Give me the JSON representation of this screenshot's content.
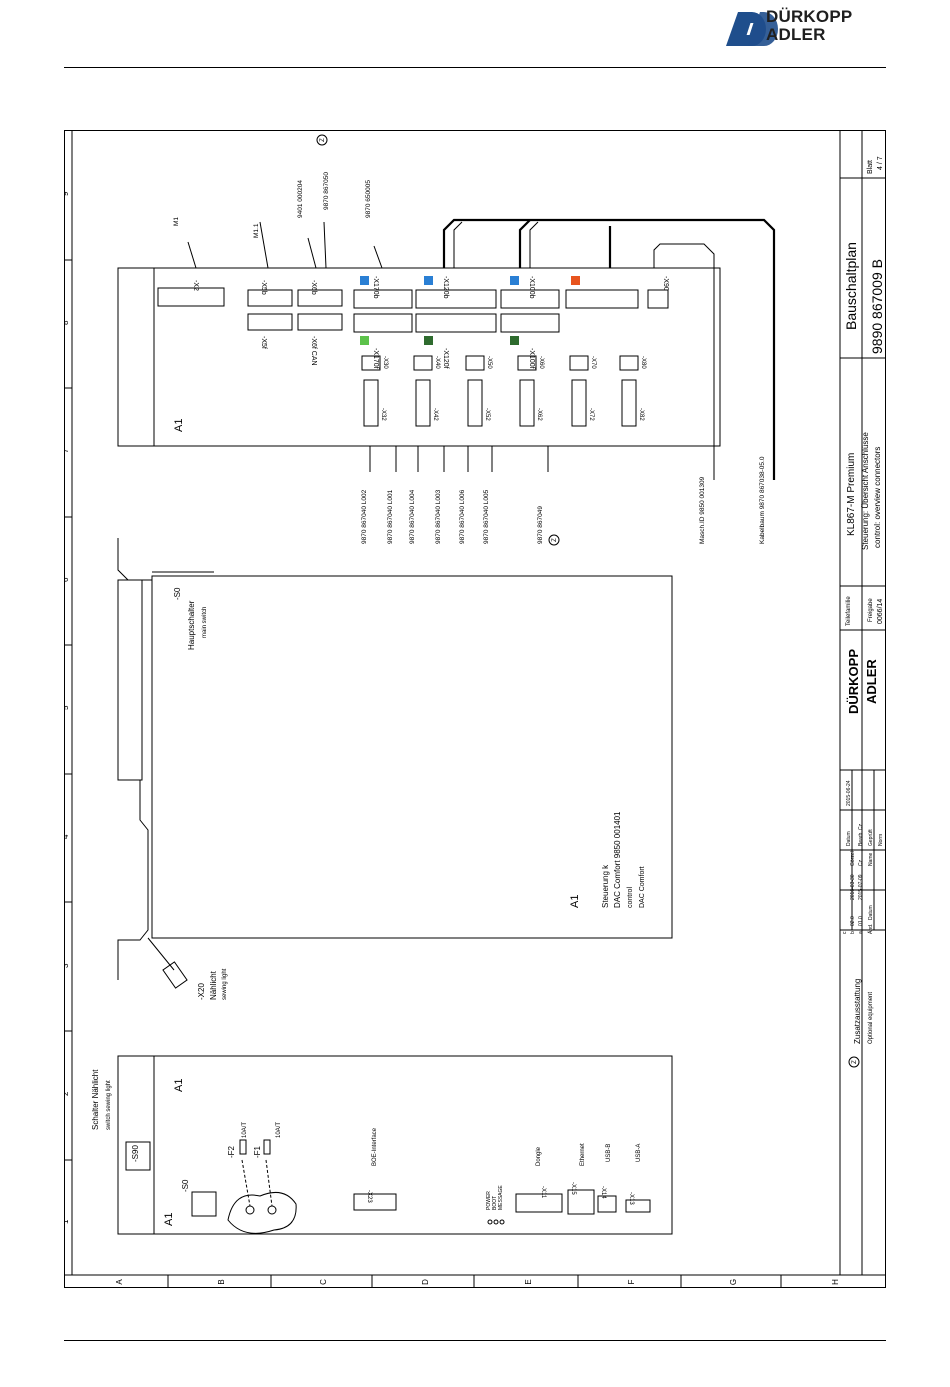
{
  "header": {
    "logo_line1": "DÜRKOPP",
    "logo_line2": "ADLER",
    "brand_color": "#1f4e8c"
  },
  "schematic": {
    "row_labels": [
      "A",
      "B",
      "C",
      "D",
      "E",
      "F",
      "G",
      "H"
    ],
    "col_labels": [
      "1",
      "2",
      "3",
      "4",
      "5",
      "6",
      "7",
      "8",
      "9"
    ],
    "upper_frame": {
      "id": "A1",
      "connectors_top": [
        "-X2",
        "-X5b",
        "-X6b",
        "-X170b",
        "-X120b",
        "-X100b",
        "-X90"
      ],
      "connectors_bottom": [
        "-X5f",
        "-X6f CAN",
        "-X170f",
        "-X120f",
        "-X100f"
      ],
      "connectors_small": [
        "-X30",
        "-X40",
        "-X50",
        "-X60",
        "-X70",
        "-X80"
      ],
      "connectors_sub": [
        "-X32",
        "-X42",
        "-X52",
        "-X62",
        "-X72",
        "-X82"
      ],
      "top_wire_labels": [
        "M1",
        "M1.1",
        "9401 000204",
        "9870 867050",
        "9870 650005"
      ],
      "bottom_wire_labels": [
        "9870 867040 L002",
        "9870 867040 L001",
        "9870 867040 L004",
        "9870 867040 L003",
        "9870 867040 L006",
        "9870 867040 L005",
        "9870 867049",
        "Masch.ID 9850 001309",
        "Kabelbaum 9870 867038-05.0"
      ]
    },
    "middle_frame": {
      "switch_label": "-S0",
      "switch_de": "Hauptschalter",
      "switch_en": "main switch",
      "id": "A1",
      "control_lines": [
        "Steuerung k",
        "DAC Comfort 9850 001401",
        "control",
        "DAC Comfort"
      ],
      "light_label": "-X20",
      "light_de": "Nählicht",
      "light_en": "sewing light"
    },
    "lower_frame": {
      "s90_label": "-S90",
      "s90_de": "Schalter Nählicht",
      "s90_en": "switch sewing light",
      "s0_label": "-S0",
      "id_a": "A1",
      "id_b": "A1",
      "fuse_f2": "-F2",
      "fuse_f1": "-F1",
      "fuse_rating": "10A/T",
      "x23": "-X23",
      "boe": "BOE-Interface",
      "leds": [
        "POWER",
        "BOOT",
        "MESSAGE"
      ],
      "x11": "-X11",
      "dongle": "Dongle",
      "x15": "-X15",
      "ethernet": "Ethernet",
      "x14": "-X14",
      "usb_b": "USB-B",
      "x13": "-X13",
      "usb_a": "USB-A"
    },
    "optional": {
      "marker": "Z",
      "de": "Zusatzausstattung",
      "en": "Optional equipment"
    },
    "title_block": {
      "title": "Bauschaltplan",
      "doc_no": "9890 867009 B",
      "sheet_label": "Blatt",
      "sheet_value": "4 / 7",
      "product": "KL867-M Premium",
      "subtitle_de": "Steuerung: Übersicht Anschlüsse",
      "subtitle_en": "control: overview connectors",
      "parts_label": "Teilefamilie",
      "release_label": "Freigabe",
      "release_value": "0066/14",
      "logo_line1": "DÜRKOPP",
      "logo_line2": "ADLER",
      "rev_rows": [
        [
          "c",
          "",
          "",
          ""
        ],
        [
          "b",
          "02.0",
          "2016-03-30",
          "Görzel"
        ],
        [
          "a",
          "01.0",
          "2015-07-09",
          "Cz"
        ],
        [
          "Änd.",
          "Datum",
          "",
          "Name"
        ]
      ],
      "date_label": "Datum",
      "date_value": "2015-06-24",
      "edit_label": "Bearb.",
      "edit_value": "Cz",
      "check_label": "Geprüft",
      "norm_label": "Norm"
    }
  }
}
